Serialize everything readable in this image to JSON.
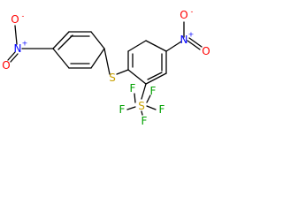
{
  "molecule": {
    "colors": {
      "carbon_bond": "#000000",
      "nitrogen": "#0000ff",
      "oxygen": "#ff0000",
      "sulfur": "#c8a000",
      "fluorine": "#00a000"
    },
    "labels": {
      "left_nitro_o_top": "O",
      "left_nitro_o_minus": "-",
      "left_nitro_n": "N",
      "left_nitro_n_plus": "+",
      "left_nitro_o_bottom": "O",
      "thioether_s": "S",
      "right_nitro_o_top": "O",
      "right_nitro_o_minus": "-",
      "right_nitro_n": "N",
      "right_nitro_n_plus": "+",
      "right_nitro_o_right": "O",
      "sf5_s": "S",
      "sf5_f_top_left": "F",
      "sf5_f_top_right": "F",
      "sf5_f_left": "F",
      "sf5_f_right": "F",
      "sf5_f_bottom": "F"
    }
  }
}
